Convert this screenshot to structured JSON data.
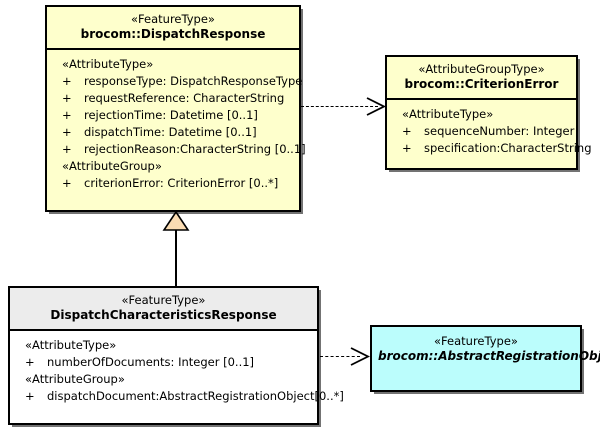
{
  "diagram": {
    "type": "uml-class-diagram",
    "background": "#ffffff",
    "colors": {
      "featuretype_fill": "#feffcc",
      "attributegrouptype_fill": "#feffcc",
      "abstract_fill": "#bbfdfc",
      "subclass_header_fill": "#ececec",
      "subclass_body_fill": "#ffffff",
      "border": "#000000",
      "generalization_fill": "#fadcb3"
    }
  },
  "classes": [
    {
      "id": "dispatch-response",
      "stereotype": "«FeatureType»",
      "name": "brocom::DispatchResponse",
      "abstract": false,
      "compartments": [
        {
          "group": "«AttributeType»",
          "attributes": [
            {
              "visibility": "+",
              "text": "responseType: DispatchResponseType"
            },
            {
              "visibility": "+",
              "text": "requestReference: CharacterString"
            },
            {
              "visibility": "+",
              "text": "rejectionTime: Datetime [0..1]"
            },
            {
              "visibility": "+",
              "text": "dispatchTime: Datetime [0..1]"
            },
            {
              "visibility": "+",
              "text": "rejectionReason:CharacterString [0..1]"
            }
          ]
        },
        {
          "group": "«AttributeGroup»",
          "attributes": [
            {
              "visibility": "+",
              "text": "criterionError: CriterionError [0..*]"
            }
          ]
        }
      ]
    },
    {
      "id": "criterion-error",
      "stereotype": "«AttributeGroupType»",
      "name": "brocom::CriterionError",
      "abstract": false,
      "compartments": [
        {
          "group": "«AttributeType»",
          "attributes": [
            {
              "visibility": "+",
              "text": "sequenceNumber: Integer"
            },
            {
              "visibility": "+",
              "text": "specification:CharacterString"
            }
          ]
        }
      ]
    },
    {
      "id": "dispatch-characteristics-response",
      "stereotype": "«FeatureType»",
      "name": "DispatchCharacteristicsResponse",
      "abstract": false,
      "compartments": [
        {
          "group": "«AttributeType»",
          "attributes": [
            {
              "visibility": "+",
              "text": "numberOfDocuments: Integer [0..1]"
            }
          ]
        },
        {
          "group": "«AttributeGroup»",
          "attributes": [
            {
              "visibility": "+",
              "text": "dispatchDocument:AbstractRegistrationObject[0..*]"
            }
          ]
        }
      ]
    },
    {
      "id": "abstract-registration-object",
      "stereotype": "«FeatureType»",
      "name": "brocom::AbstractRegistrationObject",
      "abstract": true,
      "compartments": []
    }
  ],
  "relationships": [
    {
      "id": "dep-dispatchresponse-criterionerror",
      "kind": "dependency",
      "style": "dashed-open-arrow",
      "source": "dispatch-response",
      "target": "criterion-error"
    },
    {
      "id": "gen-dispatchcharacteristics-dispatchresponse",
      "kind": "generalization",
      "style": "solid-hollow-triangle",
      "source": "dispatch-characteristics-response",
      "target": "dispatch-response"
    },
    {
      "id": "dep-dispatchcharacteristics-abstractregistrationobject",
      "kind": "dependency",
      "style": "dashed-open-arrow",
      "source": "dispatch-characteristics-response",
      "target": "abstract-registration-object"
    }
  ]
}
